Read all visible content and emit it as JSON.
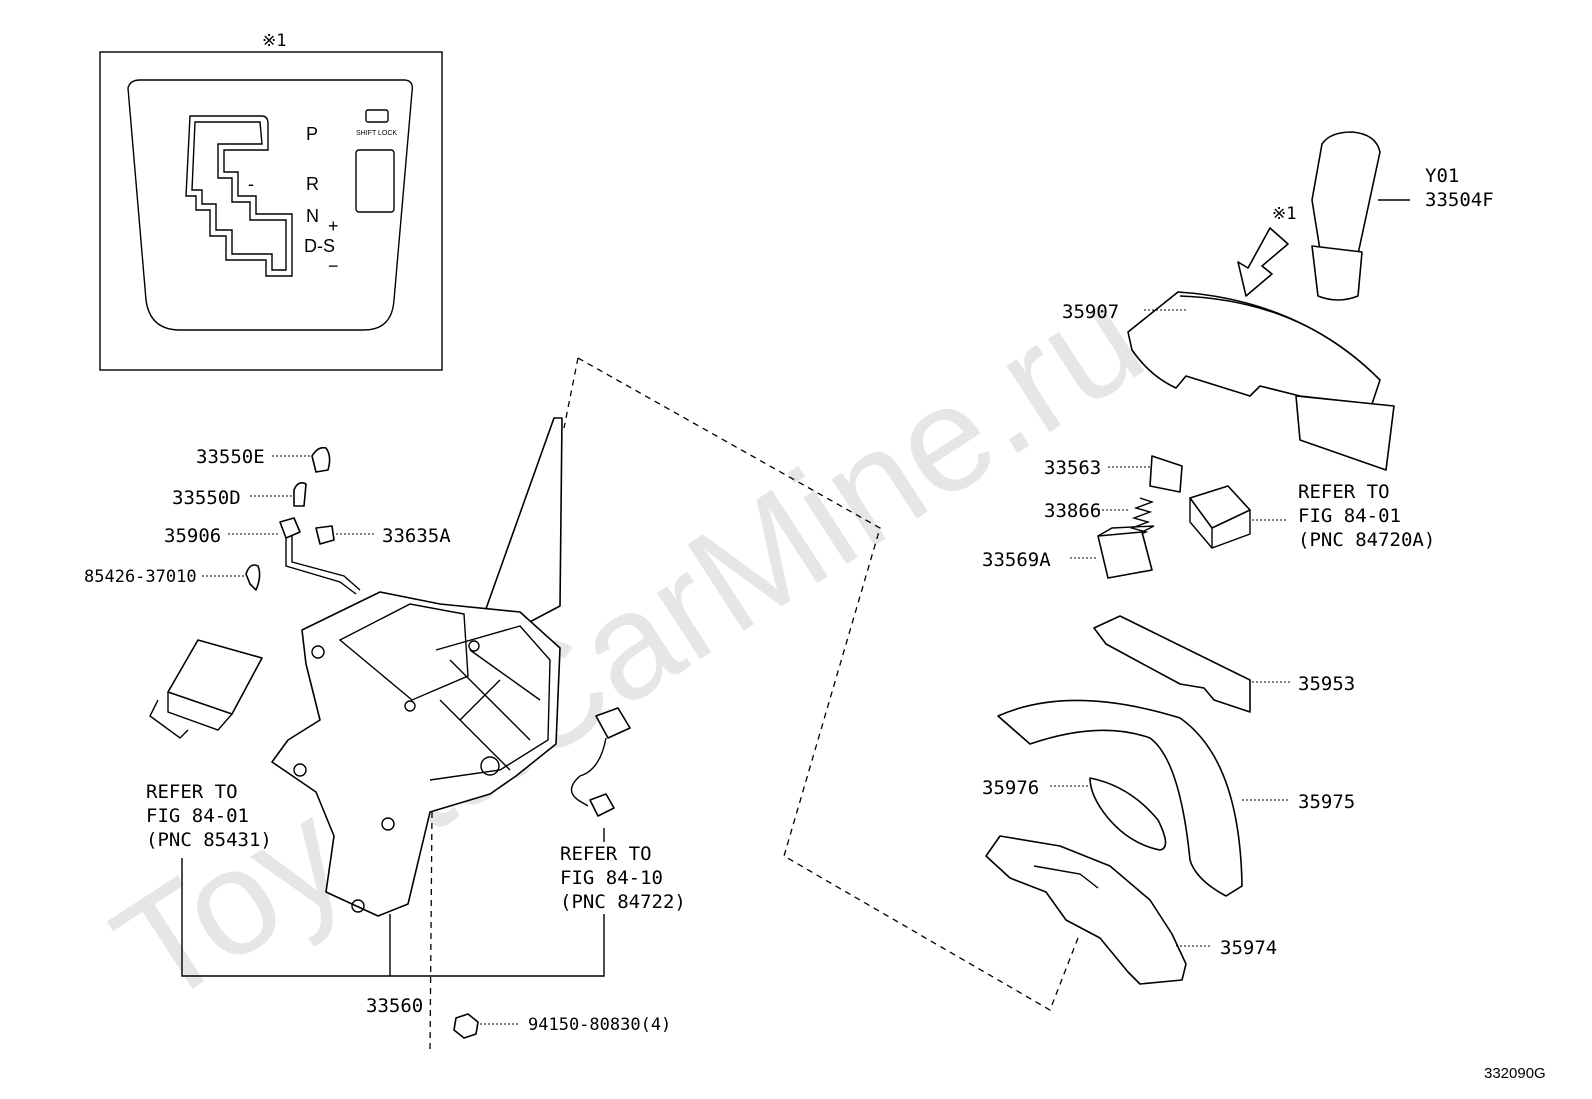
{
  "watermark": "ToyotaCarMine.ru",
  "diagram_code": "332090G",
  "inset": {
    "mark": "※1",
    "gate_labels": {
      "P": "P",
      "R": "R",
      "N": "N",
      "D_S": "D-S",
      "minus_left": "-",
      "plus": "+",
      "minus_right": "−"
    },
    "shift_lock": "SHIFT LOCK"
  },
  "arrow_mark": "※1",
  "parts": {
    "p_Y01": "Y01",
    "p_33504F": "33504F",
    "p_35907": "35907",
    "p_33563": "33563",
    "p_33866": "33866",
    "p_33569A": "33569A",
    "p_35953": "35953",
    "p_35976": "35976",
    "p_35975": "35975",
    "p_35974": "35974",
    "p_33550E": "33550E",
    "p_33550D": "33550D",
    "p_35906": "35906",
    "p_33635A": "33635A",
    "p_85426": "85426-37010",
    "p_33560": "33560",
    "p_94150": "94150-80830(4)"
  },
  "refs": {
    "ref_84720A": [
      "REFER TO",
      "FIG 84-01",
      "(PNC 84720A)"
    ],
    "ref_85431": [
      "REFER TO",
      "FIG 84-01",
      "(PNC 85431)"
    ],
    "ref_84722": [
      "REFER TO",
      "FIG 84-10",
      "(PNC 84722)"
    ]
  }
}
